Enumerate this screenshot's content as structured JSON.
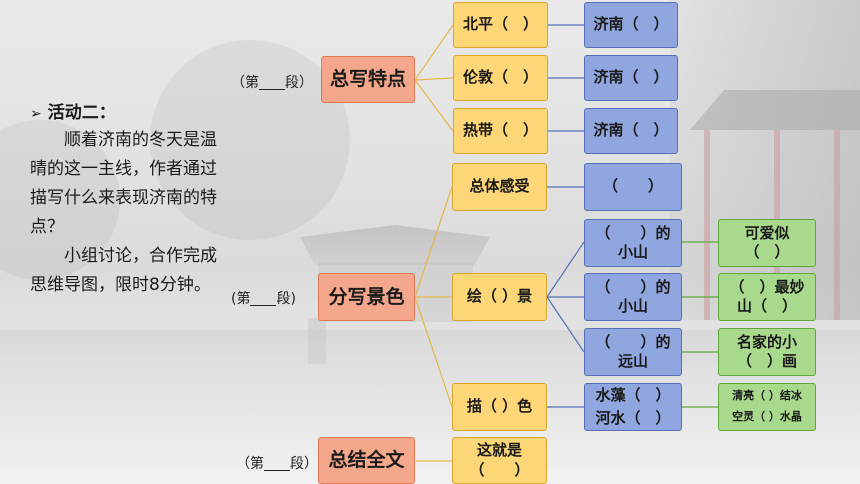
{
  "activity": {
    "bullet": "➢",
    "title": "活动二：",
    "text": "　　顺着济南的冬天是温晴的这一主线，作者通过描写什么来表现济南的特点？\n　　小组讨论，合作完成思维导图，限时8分钟。"
  },
  "sections": [
    {
      "prefix": "（第",
      "suffix": "段）",
      "title": "总写特点",
      "branches": [
        {
          "label": "北平（　）",
          "target": "济南（　）"
        },
        {
          "label": "伦敦（　）",
          "target": "济南（　）"
        },
        {
          "label": "热带（　）",
          "target": "济南（　）"
        }
      ]
    },
    {
      "prefix": "(第",
      "suffix": "段)",
      "title": "分写景色",
      "branches": [
        {
          "label": "总体感受",
          "target": "（　　）"
        },
        {
          "label": "绘（  ）景",
          "subs": [
            {
              "label": "（　　）的\n小山",
              "target": "可爱似\n（　）"
            },
            {
              "label": "（　　）的\n小山",
              "target": "（　）最妙\n山（　）"
            },
            {
              "label": "（　　）的\n远山",
              "target": "名家的小\n（　）画"
            }
          ]
        },
        {
          "label": "描（  ）色",
          "subs": [
            {
              "label": "水藻（　）\n河水（　）",
              "target": "清亮（ ）结冰\n空灵（ ）水晶"
            }
          ]
        }
      ]
    },
    {
      "prefix": "（第",
      "suffix": "段）",
      "title": "总结全文",
      "branches": [
        {
          "label": "这就是\n（　　）"
        }
      ]
    }
  ],
  "colors": {
    "main_fill": "#f4a78a",
    "yellow_fill": "#fdd677",
    "blue_fill": "#8fa6de",
    "green_fill": "#a9d98c",
    "line_yellow": "#e6b84a",
    "line_blue": "#5570b7"
  }
}
